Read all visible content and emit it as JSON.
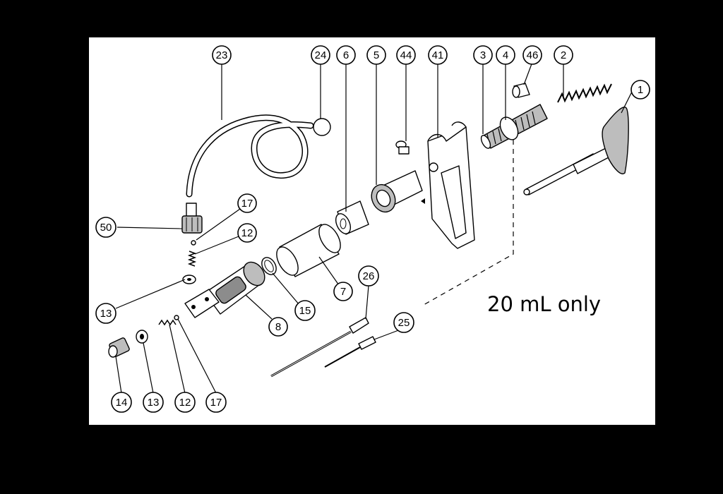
{
  "diagram": {
    "note": "20 mL only",
    "callouts": [
      "23",
      "24",
      "6",
      "5",
      "44",
      "41",
      "3",
      "4",
      "46",
      "2",
      "1",
      "17",
      "50",
      "12",
      "13",
      "15",
      "7",
      "8",
      "26",
      "25",
      "14",
      "13",
      "12",
      "17"
    ]
  }
}
